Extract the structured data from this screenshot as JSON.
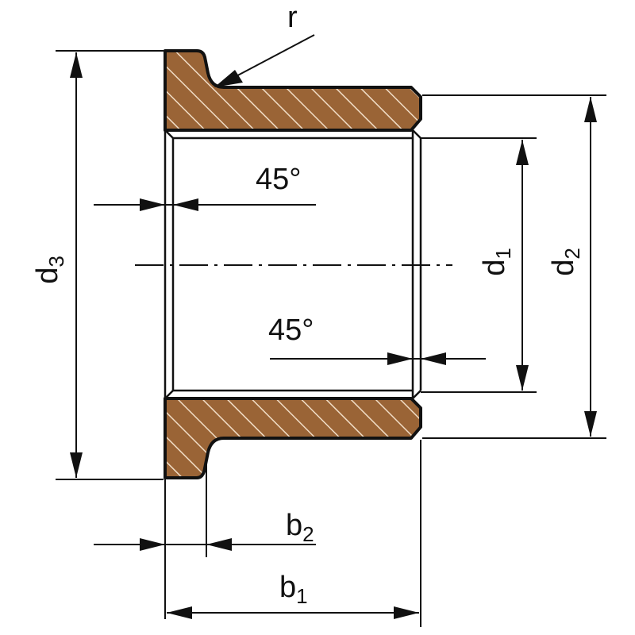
{
  "labels": {
    "radius": "r",
    "angle_top": "45°",
    "angle_bottom": "45°",
    "d3": {
      "base": "d",
      "sub": "3"
    },
    "d1": {
      "base": "d",
      "sub": "1"
    },
    "d2": {
      "base": "d",
      "sub": "2"
    },
    "b2": {
      "base": "b",
      "sub": "2"
    },
    "b1": {
      "base": "b",
      "sub": "1"
    }
  },
  "colors": {
    "material": "#9a6436",
    "hatch": "#f1ddc6",
    "line": "#111111",
    "background": "#ffffff"
  }
}
